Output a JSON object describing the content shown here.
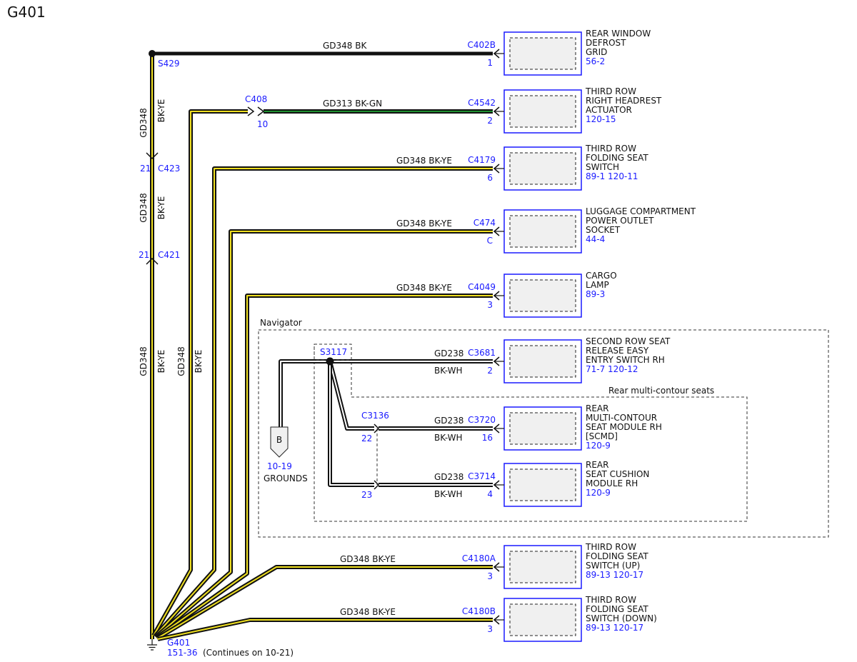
{
  "title": "G401",
  "colors": {
    "wire_outline": "#111111",
    "yellow_stripe": "#f0e020",
    "green_stripe": "#1f8f2f",
    "blue_text": "#1a1aff",
    "box_fill": "#f0f0f0"
  },
  "splices": {
    "s429": "S429",
    "s3117": "S3117"
  },
  "inline_connectors": {
    "c423": {
      "id": "C423",
      "pin": "21"
    },
    "c421": {
      "id": "C421",
      "pin": "21"
    },
    "c408": {
      "id": "C408",
      "pin": "10"
    },
    "c3136": {
      "id": "C3136",
      "pin_a": "22",
      "pin_b": "23"
    }
  },
  "vertical_labels": {
    "trunk_top_circuit": "GD348",
    "trunk_top_color": "BK-YE",
    "trunk_mid_circuit": "GD348",
    "trunk_mid_color": "BK-YE",
    "trunk_low_circuit": "GD348",
    "trunk_low_color": "BK-YE",
    "branch_circuit": "GD348",
    "branch_color": "BK-YE"
  },
  "components": [
    {
      "wire": "GD348  BK",
      "connector": "C402B",
      "pin": "1",
      "name": [
        "REAR WINDOW",
        "DEFROST",
        "GRID"
      ],
      "refs": "56-2"
    },
    {
      "wire": "GD313  BK-GN",
      "connector": "C4542",
      "pin": "2",
      "name": [
        "THIRD ROW",
        "RIGHT HEADREST",
        "ACTUATOR"
      ],
      "refs": "120-15"
    },
    {
      "wire": "GD348  BK-YE",
      "connector": "C4179",
      "pin": "6",
      "name": [
        "THIRD ROW",
        "FOLDING SEAT",
        "SWITCH"
      ],
      "refs": "89-1    120-11"
    },
    {
      "wire": "GD348  BK-YE",
      "connector": "C474",
      "pin": "C",
      "name": [
        "LUGGAGE COMPARTMENT",
        "POWER OUTLET",
        "SOCKET"
      ],
      "refs": "44-4"
    },
    {
      "wire": "GD348  BK-YE",
      "connector": "C4049",
      "pin": "3",
      "name": [
        "CARGO",
        "LAMP"
      ],
      "refs": "89-3"
    },
    {
      "wire_top": "GD238",
      "wire_bottom": "BK-WH",
      "connector": "C3681",
      "pin": "2",
      "name": [
        "SECOND ROW SEAT",
        "RELEASE EASY",
        "ENTRY SWITCH RH"
      ],
      "refs": "71-7    120-12"
    },
    {
      "wire_top": "GD238",
      "wire_bottom": "BK-WH",
      "connector": "C3720",
      "pin": "16",
      "name": [
        "REAR",
        "MULTI-CONTOUR",
        "SEAT MODULE RH",
        "[SCMD]"
      ],
      "refs": "120-9"
    },
    {
      "wire_top": "GD238",
      "wire_bottom": "BK-WH",
      "connector": "C3714",
      "pin": "4",
      "name": [
        "REAR",
        "SEAT CUSHION",
        "MODULE RH"
      ],
      "refs": "120-9"
    },
    {
      "wire": "GD348  BK-YE",
      "connector": "C4180A",
      "pin": "3",
      "name": [
        "THIRD ROW",
        "FOLDING SEAT",
        "SWITCH (UP)"
      ],
      "refs": "89-13   120-17"
    },
    {
      "wire": "GD348  BK-YE",
      "connector": "C4180B",
      "pin": "3",
      "name": [
        "THIRD ROW",
        "FOLDING SEAT",
        "SWITCH (DOWN)"
      ],
      "refs": "89-13   120-17"
    }
  ],
  "regions": {
    "navigator": "Navigator",
    "rear_multi_contour": "Rear multi-contour seats"
  },
  "grounds_ref": {
    "letter": "B",
    "page": "10-19",
    "label": "GROUNDS"
  },
  "ground": {
    "id": "G401",
    "ref": "151-36",
    "continues": "(Continues on 10-21)"
  }
}
